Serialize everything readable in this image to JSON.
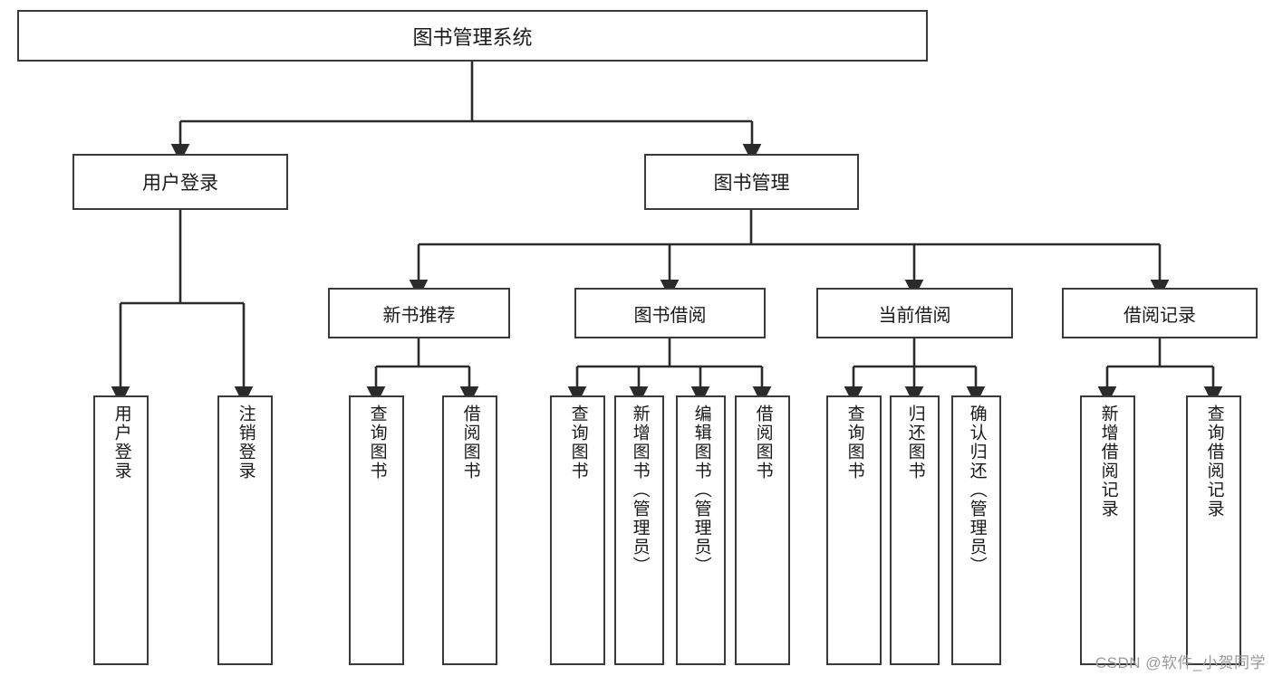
{
  "diagram": {
    "type": "tree-hierarchy",
    "title": "图书管理系统",
    "root": {
      "label": "图书管理系统"
    },
    "level2": [
      {
        "label": "用户登录"
      },
      {
        "label": "图书管理"
      }
    ],
    "level3": [
      {
        "label": "新书推荐"
      },
      {
        "label": "图书借阅"
      },
      {
        "label": "当前借阅"
      },
      {
        "label": "借阅记录"
      }
    ],
    "leaves": {
      "user_login": [
        {
          "label": "用户登录"
        },
        {
          "label": "注销登录"
        }
      ],
      "new_book_recommend": [
        {
          "label": "查询图书"
        },
        {
          "label": "借阅图书"
        }
      ],
      "book_borrow": [
        {
          "label": "查询图书"
        },
        {
          "label": "新增图书（管理员）"
        },
        {
          "label": "编辑图书（管理员）"
        },
        {
          "label": "借阅图书"
        }
      ],
      "current_borrow": [
        {
          "label": "查询图书"
        },
        {
          "label": "归还图书"
        },
        {
          "label": "确认归还（管理员）"
        }
      ],
      "borrow_record": [
        {
          "label": "新增借阅记录"
        },
        {
          "label": "查询借阅记录"
        }
      ]
    }
  },
  "watermark": {
    "text": "CSDN @软件_小贺同学"
  },
  "colors": {
    "box_border": "#3a3a3a",
    "line": "#2b2b2b",
    "background": "#ffffff",
    "watermark": "#9a9a9a"
  }
}
